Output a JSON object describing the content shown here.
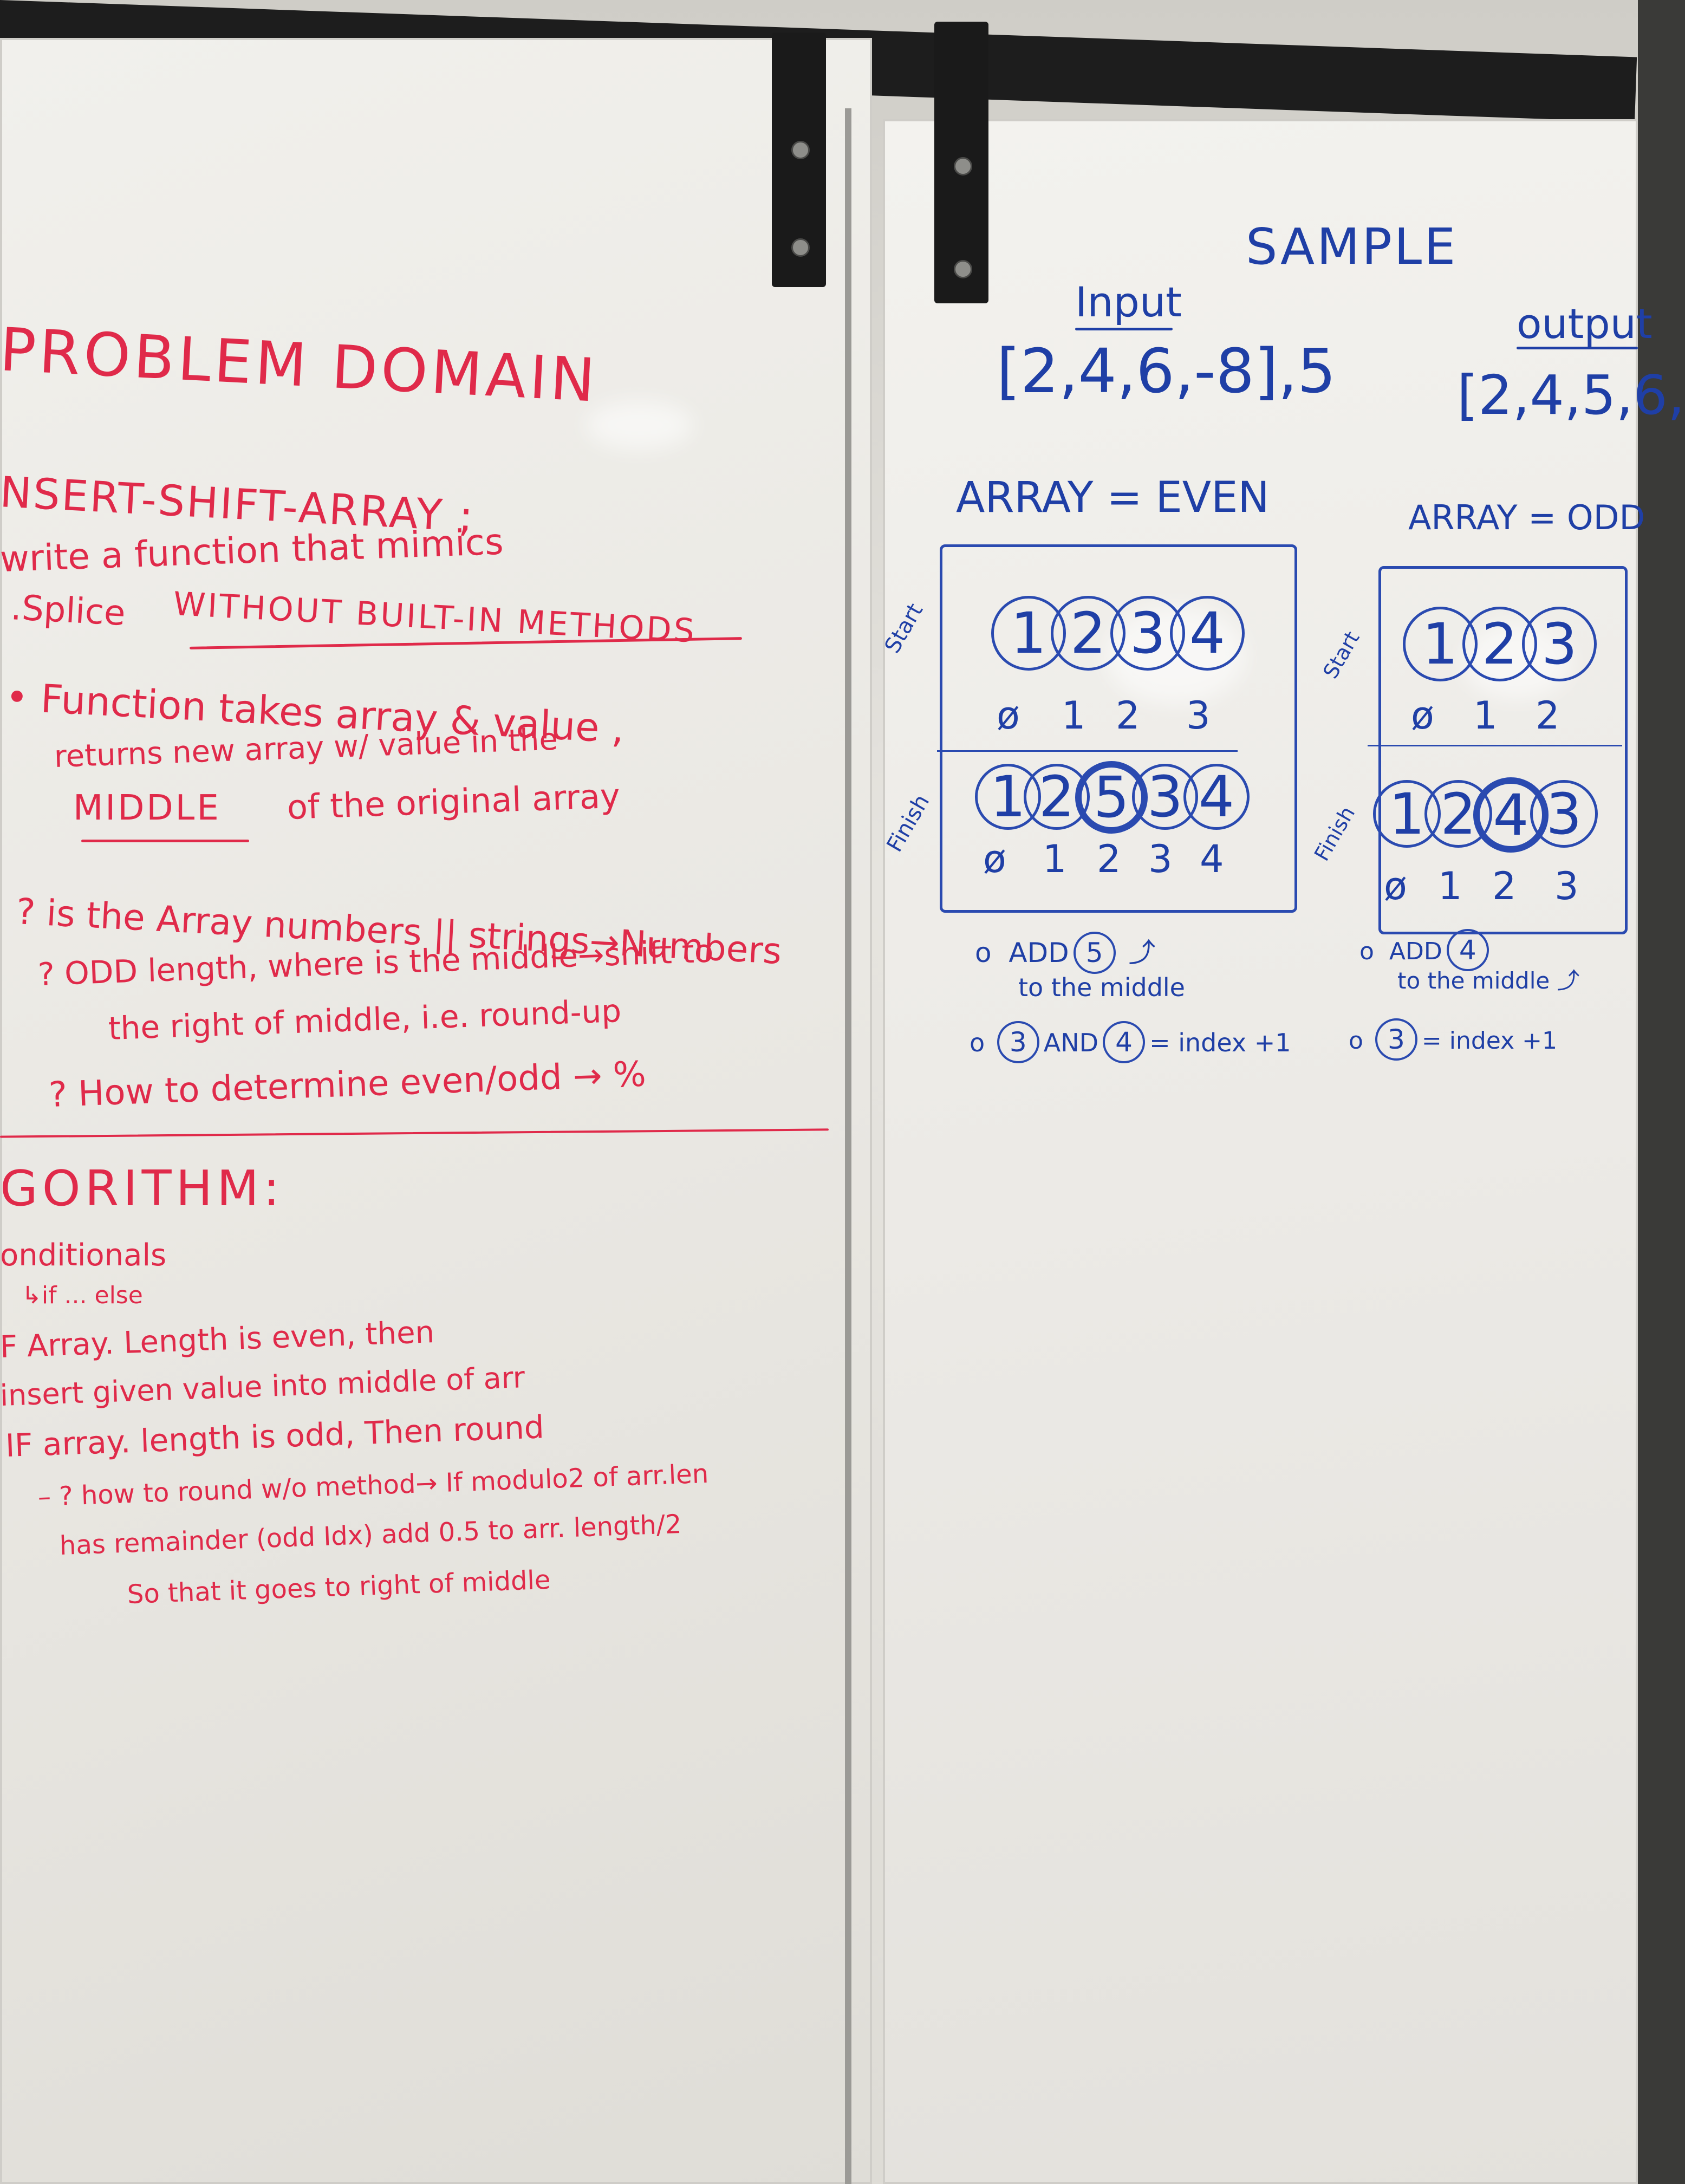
{
  "left_board": {
    "title": "PROBLEM DOMAIN",
    "function_name": "NSERT-SHIFT-ARRAY ;",
    "line1": "write a function that mimics",
    "line2a": ".Splice",
    "line2b": "WITHOUT BUILT-IN METHODS",
    "bullet_a": "• Function takes array & value ,",
    "bullet_b": "returns new array w/ value in the",
    "bullet_c1": "MIDDLE",
    "bullet_c2": "of the original array",
    "q1": "? is the Array numbers || strings→Numbers",
    "q2a": "? ODD length, where is the middle→shift to",
    "q2b": "the right of middle, i.e. round-up",
    "q3": "? How to determine even/odd → %",
    "algo_title": "GORITHM:",
    "algo1": "onditionals",
    "algo1b": "↳if ... else",
    "algo2": "F Array. Length is even, then",
    "algo3": "insert given value into middle of arr",
    "algo4": "IF array. length is odd, Then round",
    "algo5": "– ? how to round w/o method→ If modulo2 of arr.len",
    "algo6": "has remainder (odd Idx) add 0.5 to arr. length/2",
    "algo7": "So that it goes to right of middle"
  },
  "right_board": {
    "sample_title": "SAMPLE",
    "input_label": "Input",
    "output_label": "output",
    "input_value": "[2,4,6,-8],5",
    "output_value": "[2,4,5,6,",
    "even_label": "ARRAY = EVEN",
    "odd_label": "ARRAY = ODD",
    "start_label": "Start",
    "finish_label": "Finish",
    "even_start": [
      "1",
      "2",
      "3",
      "4"
    ],
    "even_start_idx": [
      "ø",
      "1",
      "2",
      "3"
    ],
    "even_finish": [
      "1",
      "2",
      "5",
      "3",
      "4"
    ],
    "even_finish_idx": [
      "ø",
      "1",
      "2",
      "3",
      "4"
    ],
    "odd_start": [
      "1",
      "2",
      "3"
    ],
    "odd_start_idx": [
      "ø",
      "1",
      "2"
    ],
    "odd_finish": [
      "1",
      "2",
      "4",
      "3"
    ],
    "odd_finish_idx": [
      "ø",
      "1",
      "2",
      "3"
    ],
    "even_note1a": "ADD",
    "even_note1_val": "5",
    "even_note1b": "to the middle",
    "even_note2_a": "3",
    "even_note2_and": "AND",
    "even_note2_b": "4",
    "even_note2_c": "= index +1",
    "odd_note1a": "ADD",
    "odd_note1_val": "4",
    "odd_note1b": "to the middle",
    "odd_note2_a": "3",
    "odd_note2_c": "= index +1"
  },
  "colors": {
    "red_marker": "#e02a4a",
    "blue_marker": "#1f3fa6",
    "board": "#ecebe6"
  }
}
